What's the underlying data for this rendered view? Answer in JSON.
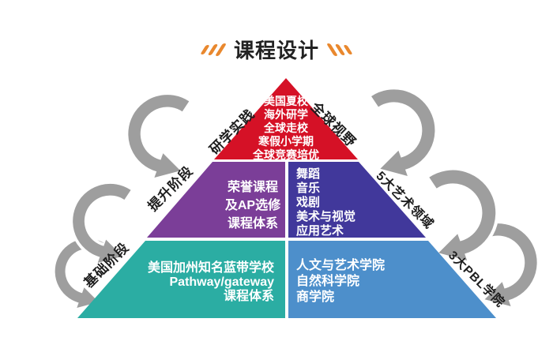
{
  "title": {
    "text": "课程设计",
    "text_color": "#222222",
    "slash_color": "#e9882e"
  },
  "pyramid": {
    "arrow_color": "#9e9e9e",
    "label_color": "#1d1d1d",
    "top": {
      "label_left": "研学实践",
      "label_right": "全球视野",
      "color": "#d51126",
      "items": [
        "美国夏校",
        "海外研学",
        "全球走校",
        "寒假小学期",
        "全球竞赛培优"
      ]
    },
    "middle": {
      "label_left": "提升阶段",
      "label_right": "5大艺术领域",
      "left": {
        "color": "#7b3e98",
        "items": [
          "荣誉课程",
          "及AP选修",
          "课程体系"
        ]
      },
      "right": {
        "color": "#41389b",
        "items": [
          "舞蹈",
          "音乐",
          "戏剧",
          "美术与视觉",
          "应用艺术"
        ]
      }
    },
    "bottom": {
      "label_left": "基础阶段",
      "label_right": "3大PBL学院",
      "left": {
        "color": "#2bada3",
        "items": [
          "美国加州知名蓝带学校",
          "Pathway/gateway",
          "课程体系"
        ]
      },
      "right": {
        "color": "#4d8fcb",
        "items": [
          "人文与艺术学院",
          "自然科学院",
          "商学院"
        ]
      }
    }
  }
}
